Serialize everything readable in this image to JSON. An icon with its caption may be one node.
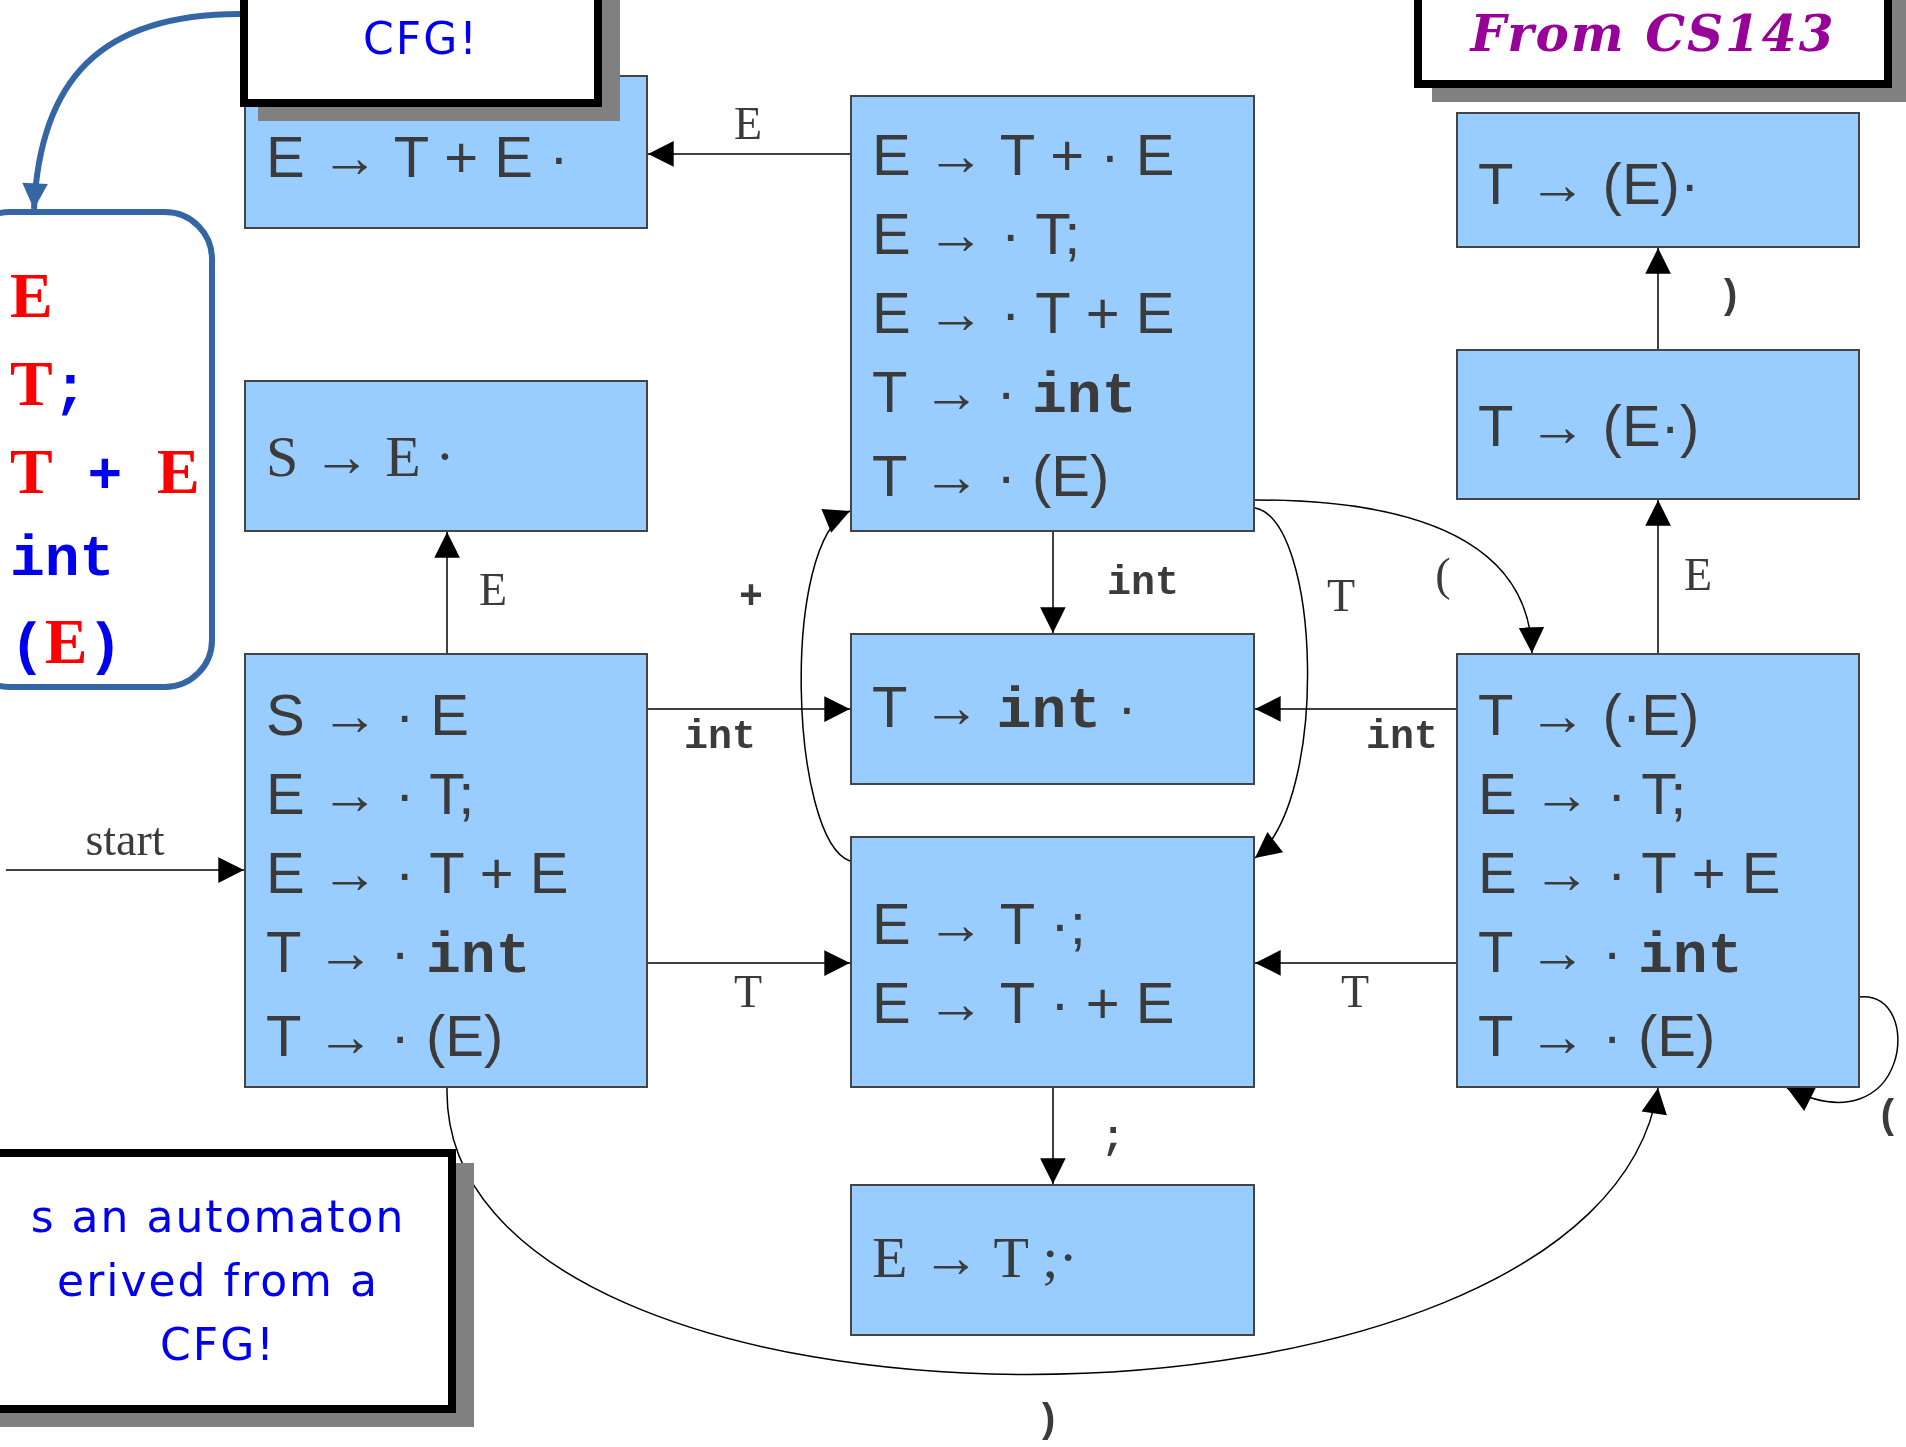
{
  "diagram": {
    "nodes": [
      {
        "text": [
          "CFG!"
        ]
      },
      {
        "text": [
          "From CS143"
        ]
      },
      {
        "text": [
          "E → T + E ·"
        ]
      },
      {
        "text": [
          "E → T + · E",
          "E → · T;",
          "E → · T + E",
          "T → · **int**",
          "T → · (E)"
        ]
      },
      {
        "text": [
          "T → (E)·"
        ]
      },
      {
        "text": [
          "**E**",
          "**T**;",
          "**T** + **E**",
          "int",
          "(**E**)"
        ]
      },
      {
        "text": [
          "S → E ·"
        ]
      },
      {
        "text": [
          "T → (E·)"
        ]
      },
      {
        "text": [
          "S → · E",
          "E → · T;",
          "E → · T + E",
          "T → · **int**",
          "T → · (E)"
        ]
      },
      {
        "text": [
          "T → **int** ·"
        ]
      },
      {
        "text": [
          "T → (·E)",
          "E → · T;",
          "E → · T + E",
          "T → · **int**",
          "T → · (E)"
        ]
      },
      {
        "text": [
          "E → T ·;",
          "E → T · + E"
        ]
      },
      {
        "text": [
          "s an automaton erived from a CFG!"
        ]
      },
      {
        "text": [
          "E → T ;·"
        ]
      }
    ],
    "edges": [
      {
        "from": 3,
        "to": 2,
        "arrow": "to",
        "label": "E"
      },
      {
        "from": 8,
        "to": 6,
        "arrow": "to",
        "label": "E"
      },
      {
        "from": null,
        "to": 8,
        "arrow": "to",
        "label": "start"
      },
      {
        "from": 8,
        "to": 9,
        "arrow": "to",
        "label": "int"
      },
      {
        "from": 8,
        "to": 11,
        "arrow": "to",
        "label": "T"
      },
      {
        "from": 11,
        "to": 3,
        "arrow": "to",
        "label": "+"
      },
      {
        "from": 3,
        "to": 9,
        "arrow": "to",
        "label": "int"
      },
      {
        "from": 3,
        "to": 10,
        "arrow": "to",
        "label": "("
      },
      {
        "from": 3,
        "to": 11,
        "arrow": "to",
        "label": "T"
      },
      {
        "from": 10,
        "to": 9,
        "arrow": "to",
        "label": "int"
      },
      {
        "from": 10,
        "to": 11,
        "arrow": "to",
        "label": "T"
      },
      {
        "from": 10,
        "to": 7,
        "arrow": "to",
        "label": "E"
      },
      {
        "from": 7,
        "to": 4,
        "arrow": "to",
        "label": ")"
      },
      {
        "from": 11,
        "to": 13,
        "arrow": "to",
        "label": ";"
      },
      {
        "from": 8,
        "to": 10,
        "arrow": "to",
        "label": ")"
      },
      {
        "from": 10,
        "to": 10,
        "arrow": "to",
        "label": "("
      },
      {
        "from": 0,
        "to": 5,
        "arrow": "to",
        "style": "thick",
        "color": "#3465a4"
      }
    ]
  }
}
